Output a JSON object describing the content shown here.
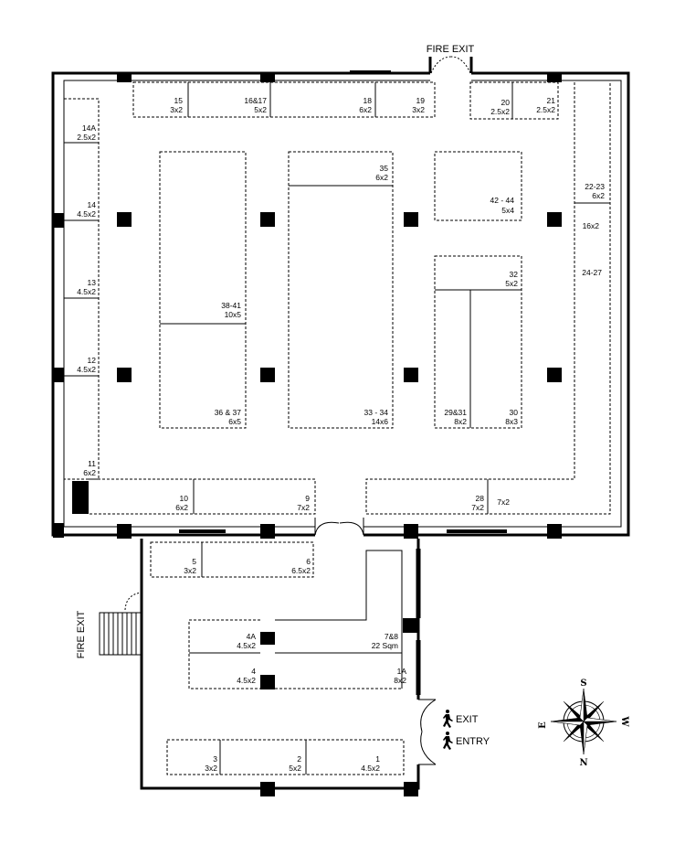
{
  "labels": {
    "fire_exit_top": "FIRE EXIT",
    "fire_exit_left": "FIRE EXIT",
    "exit": "EXIT",
    "entry": "ENTRY"
  },
  "compass": {
    "north": "N",
    "south": "S",
    "east": "E",
    "west": "W"
  },
  "booths": [
    {
      "number": "15",
      "size": "3x2"
    },
    {
      "number": "16&17",
      "size": "5x2"
    },
    {
      "number": "18",
      "size": "6x2"
    },
    {
      "number": "19",
      "size": "3x2"
    },
    {
      "number": "20",
      "size": "2.5x2"
    },
    {
      "number": "21",
      "size": "2.5x2"
    },
    {
      "number": "14A",
      "size": "2.5x2"
    },
    {
      "number": "14",
      "size": "4.5x2"
    },
    {
      "number": "13",
      "size": "4.5x2"
    },
    {
      "number": "12",
      "size": "4.5x2"
    },
    {
      "number": "11",
      "size": "6x2"
    },
    {
      "number": "38-41",
      "size": "10x5"
    },
    {
      "number": "36 & 37",
      "size": "6x5"
    },
    {
      "number": "35",
      "size": "6x2"
    },
    {
      "number": "33 - 34",
      "size": "14x6"
    },
    {
      "number": "42 - 44",
      "size": "5x4"
    },
    {
      "number": "32",
      "size": "5x2"
    },
    {
      "number": "29&31",
      "size": "8x2"
    },
    {
      "number": "30",
      "size": "8x3"
    },
    {
      "number": "22-23",
      "size": "6x2"
    },
    {
      "number": "",
      "size": "16x2"
    },
    {
      "number": "24-27",
      "size": ""
    },
    {
      "number": "10",
      "size": "6x2"
    },
    {
      "number": "9",
      "size": "7x2"
    },
    {
      "number": "28",
      "size": "7x2"
    },
    {
      "number": "",
      "size": "7x2"
    },
    {
      "number": "5",
      "size": "3x2"
    },
    {
      "number": "6",
      "size": "6.5x2"
    },
    {
      "number": "4A",
      "size": "4.5x2"
    },
    {
      "number": "4",
      "size": "4.5x2"
    },
    {
      "number": "7&8",
      "size": "22 Sqm"
    },
    {
      "number": "1A",
      "size": "8x2"
    },
    {
      "number": "3",
      "size": "3x2"
    },
    {
      "number": "2",
      "size": "5x2"
    },
    {
      "number": "1",
      "size": "4.5x2"
    }
  ]
}
